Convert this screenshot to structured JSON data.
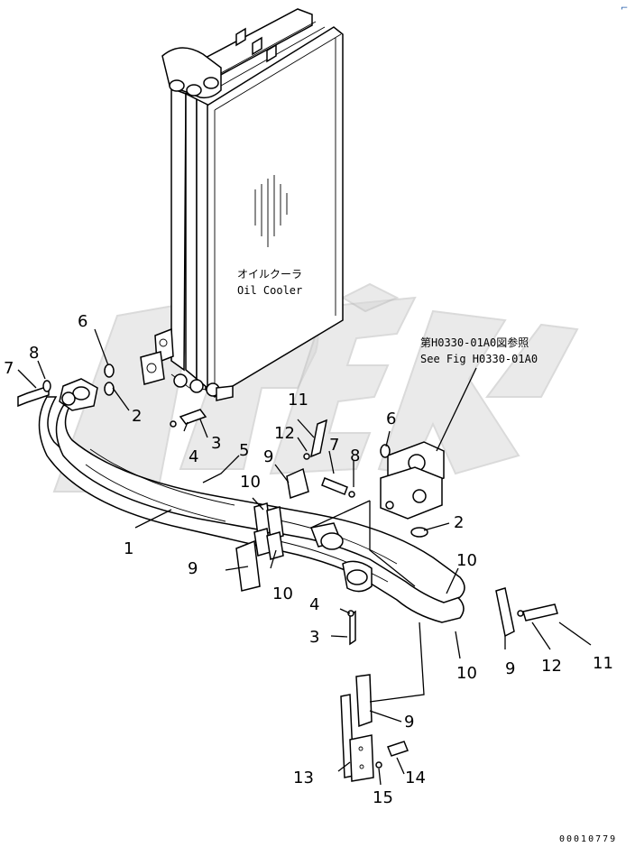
{
  "diagram": {
    "component_label_jp": "オイルクーラ",
    "component_label_en": "Oil Cooler",
    "reference_jp": "第H0330-01A0図参照",
    "reference_en": "See Fig H0330-01A0",
    "watermark": "OPEX",
    "drawing_code": "00010779",
    "corner_mark": "⌐",
    "callouts": [
      {
        "id": "c1",
        "text": "1"
      },
      {
        "id": "c2a",
        "text": "2"
      },
      {
        "id": "c2b",
        "text": "2"
      },
      {
        "id": "c3a",
        "text": "3"
      },
      {
        "id": "c3b",
        "text": "3"
      },
      {
        "id": "c4a",
        "text": "4"
      },
      {
        "id": "c4b",
        "text": "4"
      },
      {
        "id": "c5",
        "text": "5"
      },
      {
        "id": "c6a",
        "text": "6"
      },
      {
        "id": "c6b",
        "text": "6"
      },
      {
        "id": "c7a",
        "text": "7"
      },
      {
        "id": "c7b",
        "text": "7"
      },
      {
        "id": "c8a",
        "text": "8"
      },
      {
        "id": "c8b",
        "text": "8"
      },
      {
        "id": "c9a",
        "text": "9"
      },
      {
        "id": "c9b",
        "text": "9"
      },
      {
        "id": "c9c",
        "text": "9"
      },
      {
        "id": "c9d",
        "text": "9"
      },
      {
        "id": "c10a",
        "text": "10"
      },
      {
        "id": "c10b",
        "text": "10"
      },
      {
        "id": "c10c",
        "text": "10"
      },
      {
        "id": "c10d",
        "text": "10"
      },
      {
        "id": "c11a",
        "text": "11"
      },
      {
        "id": "c11b",
        "text": "11"
      },
      {
        "id": "c12a",
        "text": "12"
      },
      {
        "id": "c12b",
        "text": "12"
      },
      {
        "id": "c13",
        "text": "13"
      },
      {
        "id": "c14",
        "text": "14"
      },
      {
        "id": "c15",
        "text": "15"
      }
    ]
  }
}
